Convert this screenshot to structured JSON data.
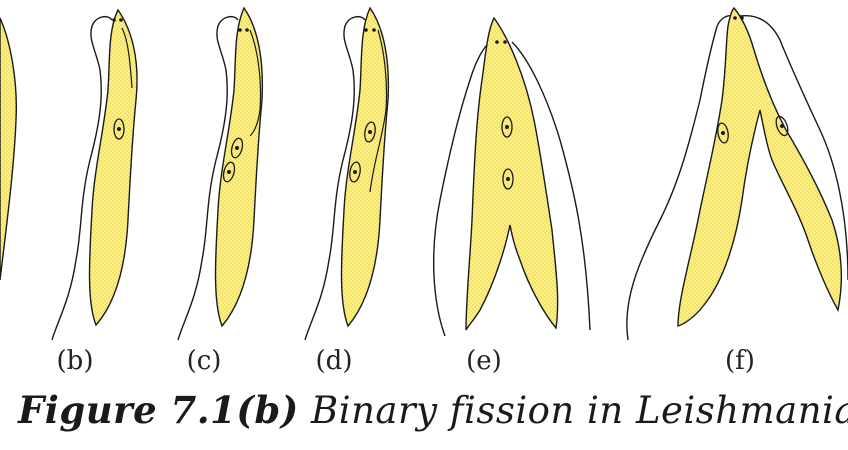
{
  "figure": {
    "stage_labels": {
      "b": "(b)",
      "c": "(c)",
      "d": "(d)",
      "e": "(e)",
      "f": "(f)"
    },
    "caption": {
      "figure_number": "Figure 7.1(b)",
      "text": "Binary fission in Leishmania"
    }
  },
  "colors": {
    "cell_fill": "#fbf08a",
    "cell_dots": "#e6d23a",
    "outline": "#1a1a1a",
    "background": "#ffffff"
  }
}
